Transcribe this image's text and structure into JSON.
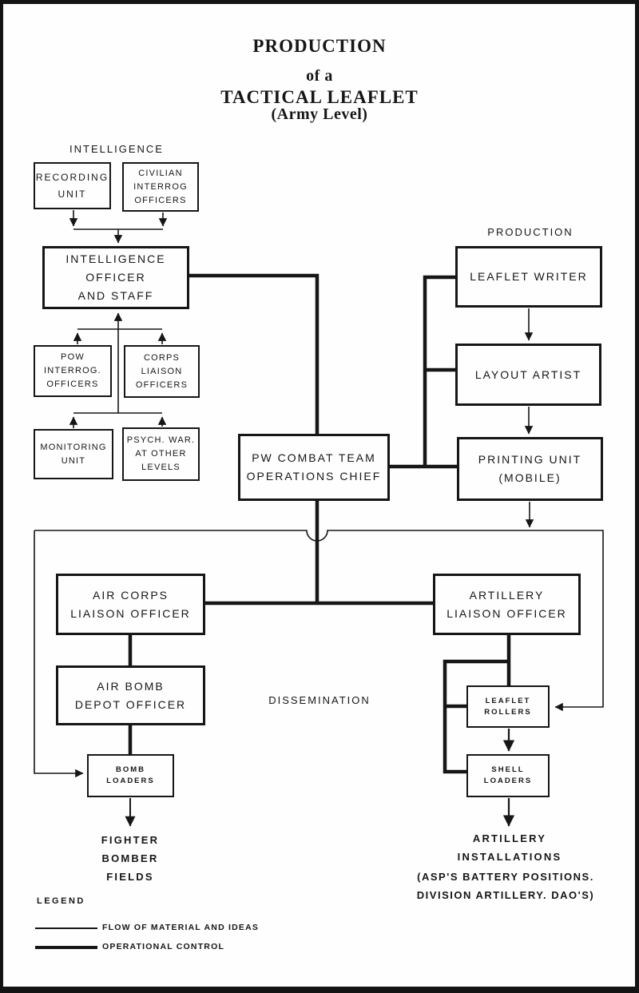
{
  "title": {
    "line1": "PRODUCTION",
    "line2": "of a",
    "line3": "TACTICAL LEAFLET",
    "line4": "(Army Level)"
  },
  "section_labels": {
    "intelligence": "INTELLIGENCE",
    "production": "PRODUCTION",
    "dissemination": "DISSEMINATION"
  },
  "boxes": {
    "recording_unit": "RECORDING\nUNIT",
    "civilian_interrog": "CIVILIAN\nINTERROG\nOFFICERS",
    "intel_officer": "INTELLIGENCE\nOFFICER\nAND STAFF",
    "pow_interrog": "POW\nINTERROG.\nOFFICERS",
    "corps_liaison": "CORPS\nLIAISON\nOFFICERS",
    "monitoring_unit": "MONITORING\nUNIT",
    "psych_war": "PSYCH. WAR.\nAT OTHER\nLEVELS",
    "leaflet_writer": "LEAFLET WRITER",
    "layout_artist": "LAYOUT ARTIST",
    "printing_unit": "PRINTING UNIT\n(MOBILE)",
    "pw_combat": "PW COMBAT TEAM\nOPERATIONS CHIEF",
    "air_corps": "AIR CORPS\nLIAISON OFFICER",
    "artillery_liaison": "ARTILLERY\nLIAISON OFFICER",
    "air_bomb": "AIR BOMB\nDEPOT OFFICER",
    "bomb_loaders": "BOMB\nLOADERS",
    "leaflet_rollers": "LEAFLET\nROLLERS",
    "shell_loaders": "SHELL\nLOADERS"
  },
  "terminals": {
    "fighter_bomber_fields": "FIGHTER\nBOMBER\nFIELDS",
    "artillery_installations": "ARTILLERY\nINSTALLATIONS",
    "artillery_note": "(ASP'S BATTERY POSITIONS.\nDIVISION ARTILLERY. DAO'S)"
  },
  "legend": {
    "title": "LEGEND",
    "items": [
      {
        "swatch": "thin-line",
        "label": "FLOW OF MATERIAL AND IDEAS"
      },
      {
        "swatch": "thick-line",
        "label": "OPERATIONAL CONTROL"
      }
    ]
  },
  "colors": {
    "ink": "#161616",
    "paper": "#fefefe"
  }
}
